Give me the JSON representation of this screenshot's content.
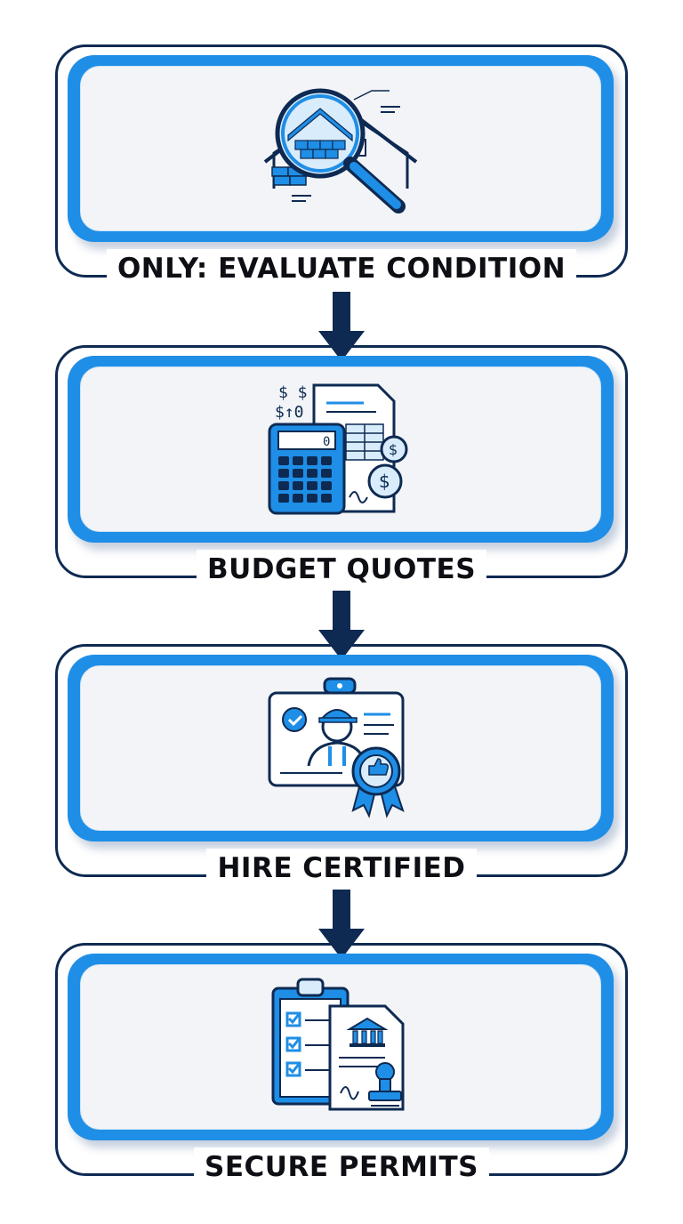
{
  "steps": [
    {
      "label": "ONLY: EVALUATE CONDITION",
      "icon": "magnifier-roof-inspection-icon"
    },
    {
      "label": "BUDGET QUOTES",
      "icon": "calculator-quote-document-icon"
    },
    {
      "label": "HIRE CERTIFIED",
      "icon": "certified-contractor-id-badge-icon"
    },
    {
      "label": "SECURE PERMITS",
      "icon": "permit-clipboard-stamp-icon"
    }
  ],
  "symbols": {
    "dollar": "$",
    "digits_row": "$↑0",
    "calculator_display": "0"
  },
  "colors": {
    "accent_blue": "#1f8ee6",
    "navy": "#0e2a52",
    "panel": "#f2f4f7",
    "label_text": "#0d0f14"
  }
}
